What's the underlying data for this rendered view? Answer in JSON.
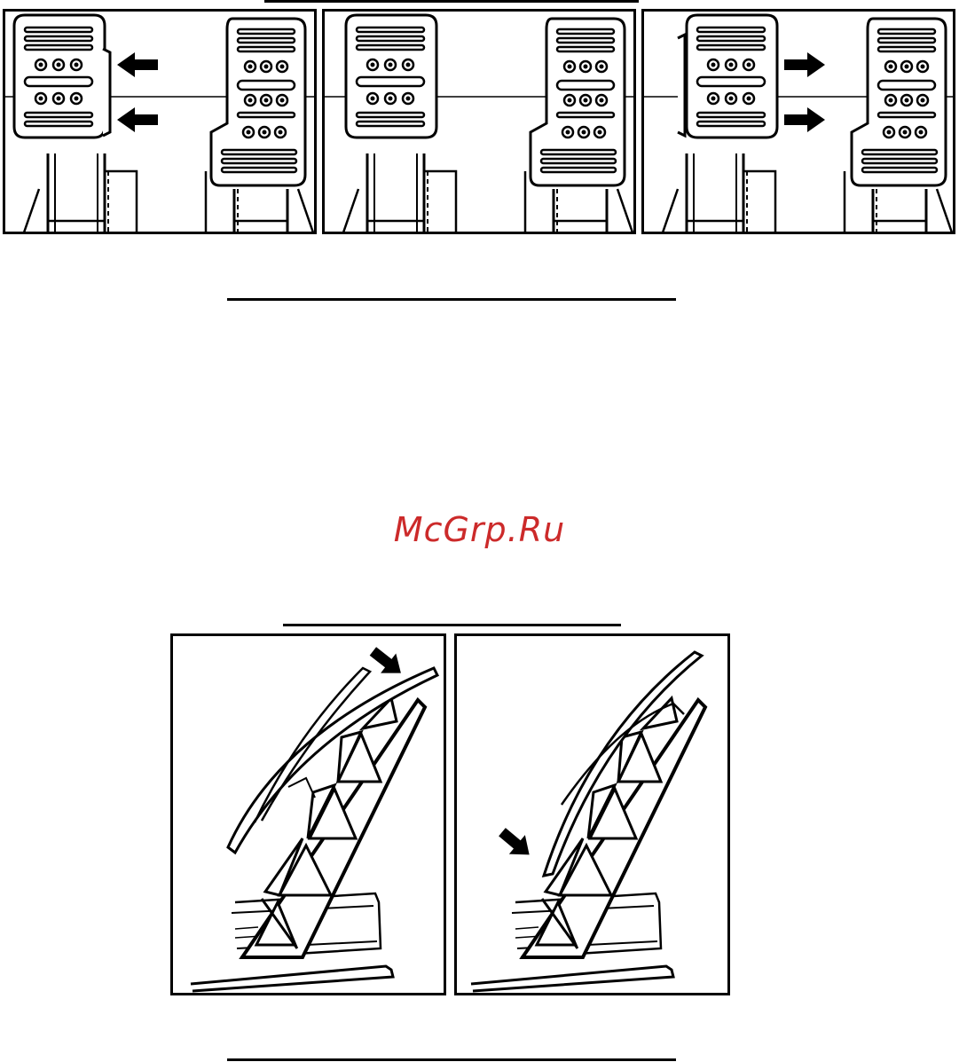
{
  "watermark": {
    "text": "McGrp.Ru",
    "color": "#cc2a2a"
  },
  "figures": {
    "pedal_spacing": {
      "panels": [
        {
          "arrows": "left"
        },
        {
          "arrows": "none"
        },
        {
          "arrows": "right"
        }
      ]
    },
    "pedal_tilt": {
      "panels": [
        {
          "arrow": "top-right"
        },
        {
          "arrow": "lower-left"
        }
      ]
    }
  },
  "icons": {
    "arrow_left": "arrow-left-icon",
    "arrow_right": "arrow-right-icon",
    "arrow_down_right": "arrow-down-right-icon"
  }
}
